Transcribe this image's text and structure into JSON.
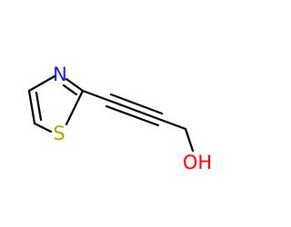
{
  "molecule": {
    "atoms": {
      "nitrogen": "N",
      "sulfur": "S",
      "hydroxyl": "OH"
    },
    "colors": {
      "bond": "#000000",
      "nitrogen": "#1a1adb",
      "sulfur": "#a6a600",
      "hydroxyl": "#ff0000",
      "background": "#ffffff"
    }
  }
}
